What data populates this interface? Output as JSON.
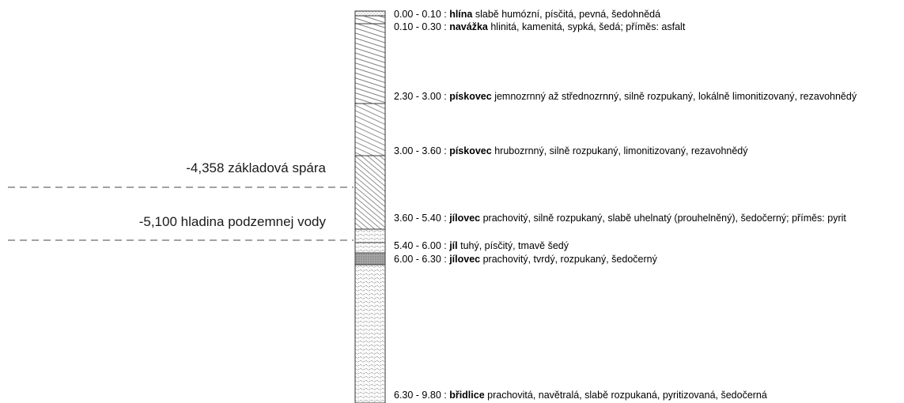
{
  "layers": [
    {
      "range": "0.00 - 0.10 :",
      "name": "hlína",
      "desc": "slabě humózní, písčitá, pevná, šedohnědá",
      "hatch": "sand-fine"
    },
    {
      "range": "0.10 - 0.30 :",
      "name": "navážka",
      "desc": "hlinitá, kamenitá, sypká, šedá; příměs: asfalt",
      "hatch": "fill-diagonal"
    },
    {
      "range": "2.30 - 3.00 :",
      "name": "pískovec",
      "desc": "jemnozrnný až střednozrnný, silně rozpukaný, lokálně limonitizovaný, rezavohnědý",
      "hatch": "sandstone-fine"
    },
    {
      "range": "3.00 - 3.60 :",
      "name": "pískovec",
      "desc": "hrubozrnný, silně rozpukaný, limonitizovaný, rezavohnědý",
      "hatch": "sandstone-coarse"
    },
    {
      "range": "3.60 - 5.40 :",
      "name": "jílovec",
      "desc": "prachovitý, silně rozpukaný, slabě uhelnatý (prouhelněný), šedočerný; příměs: pyrit",
      "hatch": "claystone"
    },
    {
      "range": "5.40 - 6.00 :",
      "name": "jíl",
      "desc": "tuhý, písčitý, tmavě šedý",
      "hatch": "clay-dense"
    },
    {
      "range": "6.00 - 6.30 :",
      "name": "jílovec",
      "desc": "prachovitý, tvrdý, rozpukaný, šedočerný",
      "hatch": "claystone"
    },
    {
      "range": "6.30 - 9.80 :",
      "name": "břidlice",
      "desc": "prachovitá, navětralá, slabě rozpukaná, pyritizovaná, šedočerná",
      "hatch": "shale"
    }
  ],
  "levels": [
    {
      "label": "-4,358 základová spára"
    },
    {
      "label": "-5,100 hladina podzemnej vody"
    }
  ],
  "colors": {
    "line": "#333333",
    "text": "#1a1a1a",
    "dense": "#9a9a9a"
  }
}
